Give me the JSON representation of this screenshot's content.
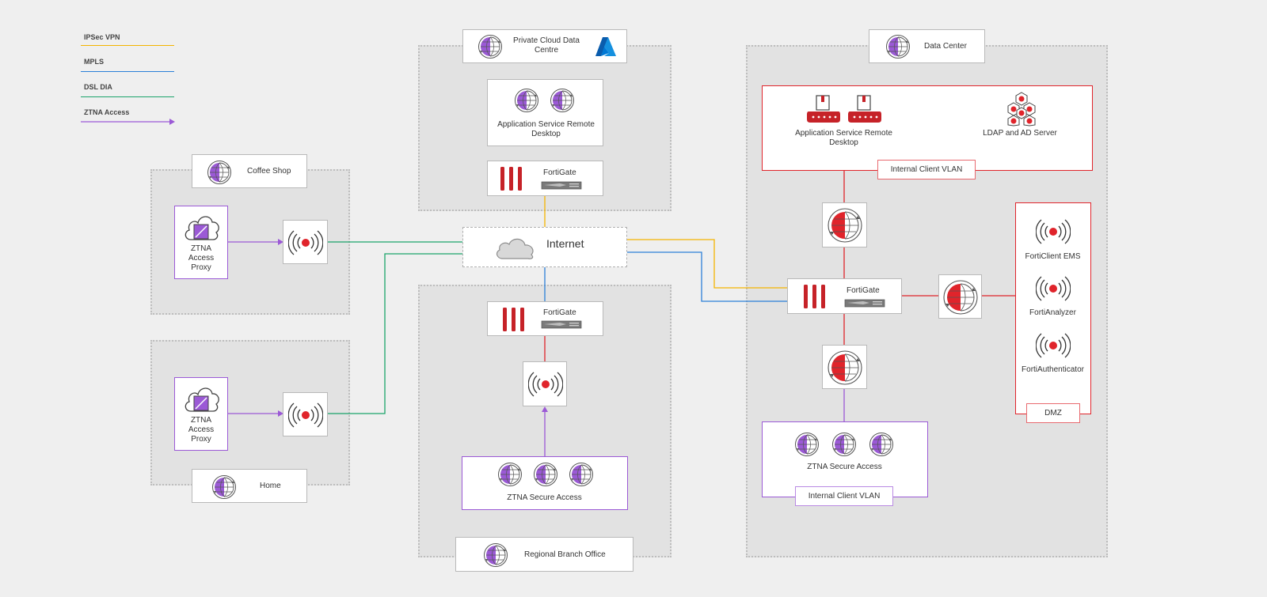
{
  "legend": [
    {
      "label": "IPSec VPN",
      "color": "#f4b400"
    },
    {
      "label": "MPLS",
      "color": "#2b7fd8"
    },
    {
      "label": "DSL DIA",
      "color": "#1aa36a"
    },
    {
      "label": "ZTNA Access",
      "color": "#9b59d6"
    }
  ],
  "sites": {
    "coffee_shop": "Coffee Shop",
    "home": "Home",
    "private_cloud": "Private Cloud Data Centre",
    "regional_branch": "Regional Branch Office",
    "data_center": "Data Center"
  },
  "internet": "Internet",
  "labels": {
    "ztna_proxy": "ZTNA Access Proxy",
    "app_service": "Application Service Remote Desktop",
    "fortigate": "FortiGate",
    "ztna_secure": "ZTNA Secure Access",
    "ldap": "LDAP and AD Server",
    "internal_vlan": "Internal Client VLAN",
    "forticlient_ems": "FortiClient EMS",
    "fortianalyzer": "FortiAnalyzer",
    "fortiauthenticator": "FortiAuthenticator",
    "dmz": "DMZ"
  },
  "colors": {
    "fortinet_red": "#e0242b",
    "purple": "#9b59d6",
    "azure_blue": "#0078d4"
  }
}
